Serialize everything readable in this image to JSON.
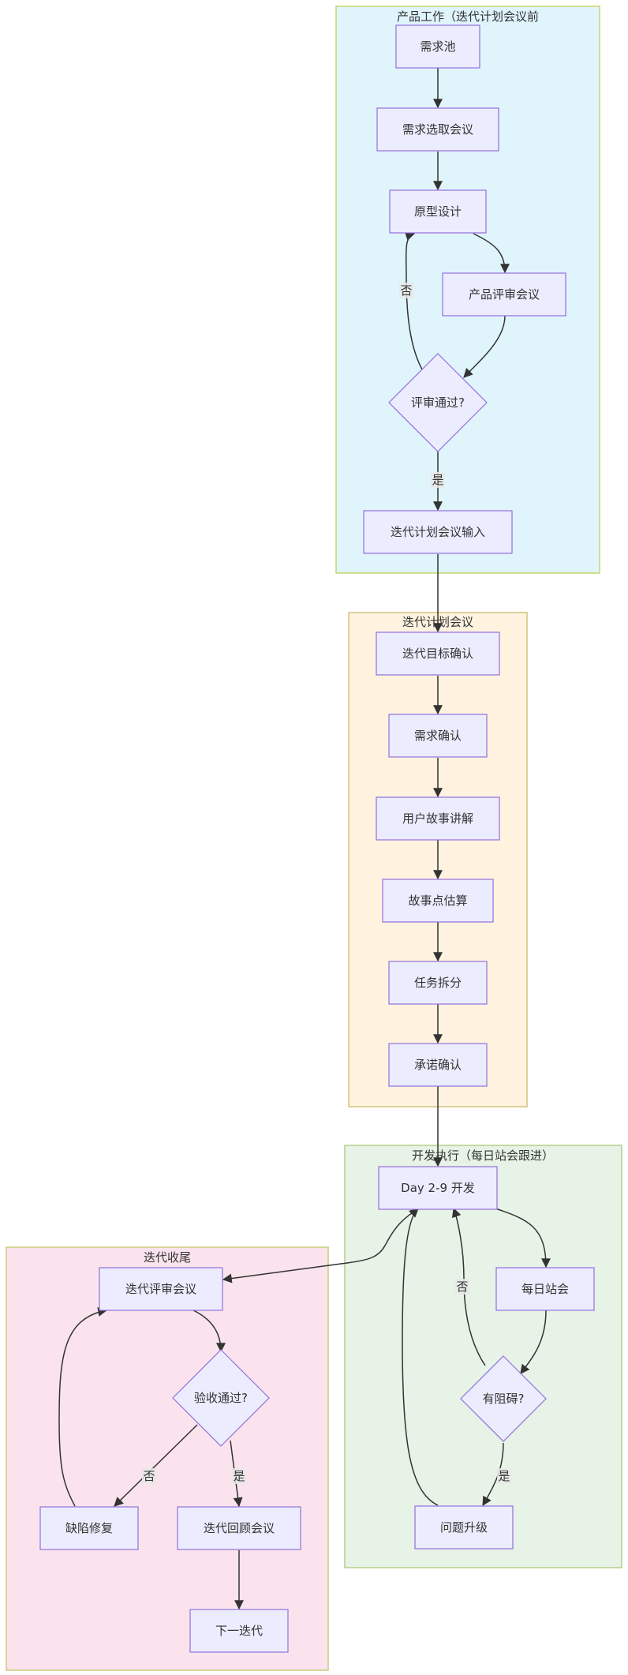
{
  "colors": {
    "cluster_product": {
      "fill": "#E0F4FC",
      "stroke": "#C8D66A"
    },
    "cluster_planning": {
      "fill": "#FFF3E0",
      "stroke": "#D4C27A"
    },
    "cluster_dev": {
      "fill": "#E6F3E6",
      "stroke": "#B5CF8A"
    },
    "cluster_wrap": {
      "fill": "#FAE3EC",
      "stroke": "#C9CC7F"
    },
    "node_fill": "#ECECFF",
    "node_stroke": "#9370DB",
    "edge": "#333333"
  },
  "clusters": {
    "product": {
      "label": "产品工作（迭代计划会议前"
    },
    "planning": {
      "label": "迭代计划会议"
    },
    "dev": {
      "label": "开发执行（每日站会跟进）"
    },
    "wrap": {
      "label": "迭代收尾"
    }
  },
  "nodes": {
    "req_pool": "需求池",
    "req_select": "需求选取会议",
    "prototype": "原型设计",
    "product_review": "产品评审会议",
    "review_pass": "评审通过?",
    "plan_input": "迭代计划会议输入",
    "goal_confirm": "迭代目标确认",
    "req_confirm": "需求确认",
    "story_explain": "用户故事讲解",
    "story_points": "故事点估算",
    "task_split": "任务拆分",
    "commit_confirm": "承诺确认",
    "day_dev": "Day 2-9 开发",
    "daily_standup": "每日站会",
    "blocked": "有阻碍?",
    "escalate": "问题升级",
    "iter_review": "迭代评审会议",
    "accept_pass": "验收通过?",
    "bug_fix": "缺陷修复",
    "retro": "迭代回顾会议",
    "next_iter": "下一迭代"
  },
  "edge_labels": {
    "review_no": "否",
    "review_yes": "是",
    "blocked_no": "否",
    "blocked_yes": "是",
    "accept_no": "否",
    "accept_yes": "是"
  }
}
